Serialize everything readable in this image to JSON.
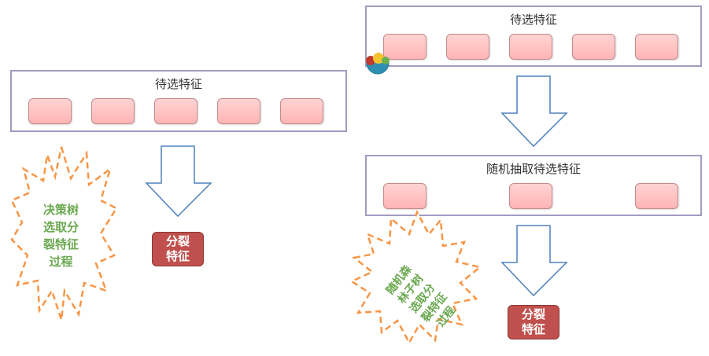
{
  "left_diagram": {
    "panel_title": "待选特征",
    "feature_count": 5,
    "burst_lines": [
      "决策树",
      "选取分",
      "裂特征",
      "过程"
    ],
    "split_label_lines": [
      "分裂",
      "特征"
    ]
  },
  "right_diagram": {
    "top_panel_title": "待选特征",
    "top_feature_count": 5,
    "middle_panel_title": "随机抽取待选特征",
    "middle_feature_count": 3,
    "burst_lines": [
      "随机森",
      "林子树",
      "选取分",
      "裂特征",
      "过程"
    ],
    "split_label_lines": [
      "分裂",
      "特征"
    ]
  },
  "colors": {
    "panel_border": "#a09cc0",
    "feature_fill": "#ffc4c4",
    "arrow_stroke": "#4f81bd",
    "burst_stroke": "#f79646",
    "burst_text": "#6aa84f",
    "split_fill": "#c0504d"
  }
}
